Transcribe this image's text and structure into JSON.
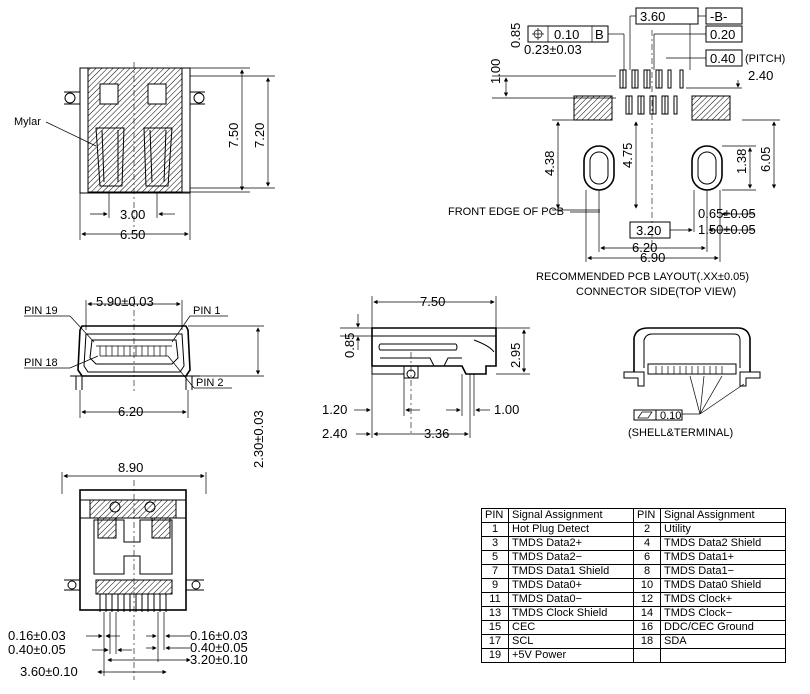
{
  "views": {
    "top_view": {
      "mylar_label": "Mylar",
      "dim_width_small": "3.00",
      "dim_width": "6.50",
      "dim_height_inner": "7.50",
      "dim_height_outer": "7.20"
    },
    "front_view": {
      "pin19": "PIN 19",
      "pin1": "PIN 1",
      "pin18": "PIN 18",
      "pin2": "PIN 2",
      "dim_top": "5.90±0.03",
      "dim_bottom": "6.20",
      "dim_height": "2.30±0.03"
    },
    "side_view": {
      "dim_length": "7.50",
      "dim_085": "0.85",
      "dim_height": "2.95",
      "dim_120": "1.20",
      "dim_100": "1.00",
      "dim_240": "2.40",
      "dim_336": "3.36"
    },
    "iso_view": {
      "flatness": "0.10",
      "note": "(SHELL&TERMINAL)"
    },
    "bottom_view": {
      "dim_top": "8.90",
      "dim_016_left": "0.16±0.03",
      "dim_040_left": "0.40±0.05",
      "dim_360": "3.60±0.10",
      "dim_016_right": "0.16±0.03",
      "dim_040_right": "0.40±0.05",
      "dim_320": "3.20±0.10"
    },
    "pcb_layout": {
      "dim_360": "3.60",
      "datum_b": "-B-",
      "position_tol": "0.10",
      "position_datum": "B",
      "dim_020": "0.20",
      "dim_040": "0.40",
      "pitch": "(PITCH)",
      "dim_023": "0.23±0.03",
      "dim_085": "0.85",
      "dim_100": "1.00",
      "dim_240": "2.40",
      "dim_438": "4.38",
      "dim_475": "4.75",
      "dim_138": "1.38",
      "dim_605": "6.05",
      "front_edge": "FRONT EDGE OF PCB",
      "dim_320": "3.20",
      "dim_065": "0.65±0.05",
      "dim_150": "1.50±0.05",
      "dim_620": "6.20",
      "dim_690": "6.90",
      "caption1": "RECOMMENDED PCB LAYOUT(.XX±0.05)",
      "caption2": "CONNECTOR SIDE(TOP VIEW)"
    }
  },
  "pin_table": {
    "headers": [
      "PIN",
      "Signal Assignment",
      "PIN",
      "Signal Assignment"
    ],
    "rows": [
      [
        "1",
        "Hot Plug Detect",
        "2",
        "Utility"
      ],
      [
        "3",
        "TMDS Data2+",
        "4",
        "TMDS Data2 Shield"
      ],
      [
        "5",
        "TMDS Data2−",
        "6",
        "TMDS Data1+"
      ],
      [
        "7",
        "TMDS Data1 Shield",
        "8",
        "TMDS Data1−"
      ],
      [
        "9",
        "TMDS Data0+",
        "10",
        "TMDS Data0 Shield"
      ],
      [
        "11",
        "TMDS Data0−",
        "12",
        "TMDS Clock+"
      ],
      [
        "13",
        "TMDS Clock Shield",
        "14",
        "TMDS Clock−"
      ],
      [
        "15",
        "CEC",
        "16",
        "DDC/CEC Ground"
      ],
      [
        "17",
        "SCL",
        "18",
        "SDA"
      ],
      [
        "19",
        "+5V Power",
        "",
        ""
      ]
    ]
  }
}
